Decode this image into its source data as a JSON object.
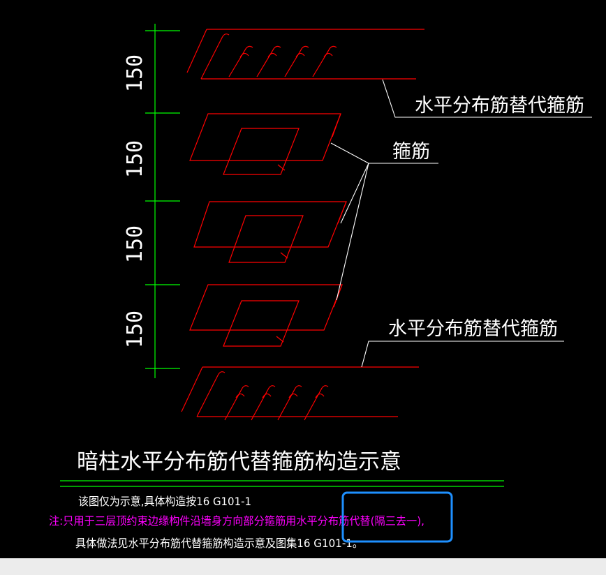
{
  "colors": {
    "background": "#000000",
    "rebar": "#ff0000",
    "dimension": "#00ff00",
    "leader": "#ffffff",
    "note_magenta": "#ff00ff",
    "highlight": "#1e90ff"
  },
  "dimensions": [
    "150",
    "150",
    "150",
    "150"
  ],
  "labels": {
    "horizontal_top": "水平分布筋替代箍筋",
    "stirrup": "箍筋",
    "horizontal_bottom": "水平分布筋替代箍筋"
  },
  "title": "暗柱水平分布筋代替箍筋构造示意",
  "notes": {
    "line1": "该图仅为示意,具体构造按16 G101-1",
    "line2": "注:只用于三层顶约束边缘构件沿墙身方向部分箍筋用水平分布筋代替(隔三去一),",
    "line3": "具体做法见水平分布筋代替箍筋构造示意及图集16 G101-1。"
  }
}
